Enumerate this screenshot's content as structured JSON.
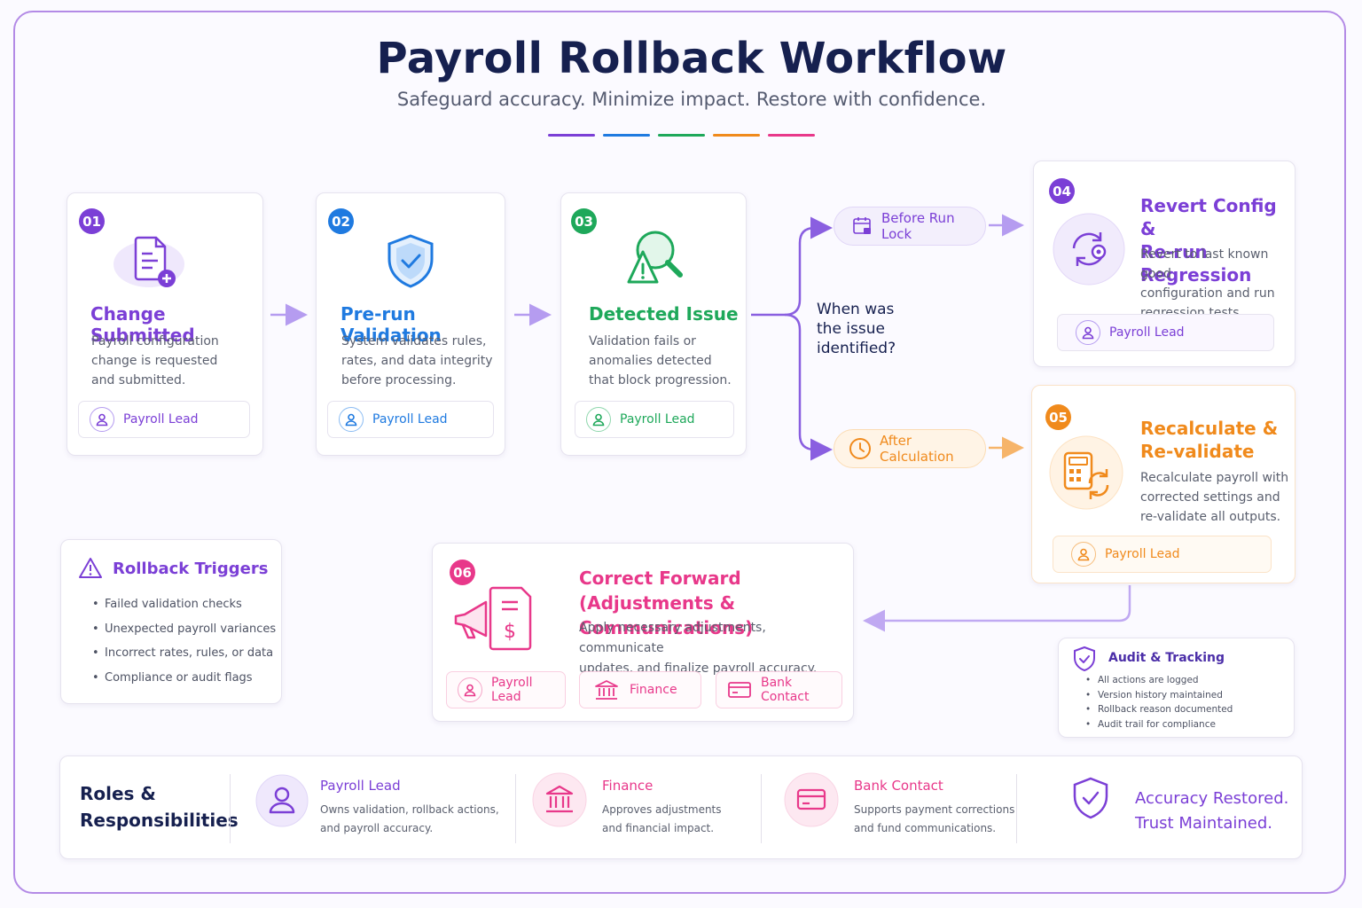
{
  "title": "Payroll Rollback Workflow",
  "subtitle": "Safeguard accuracy. Minimize impact. Restore with confidence.",
  "colors": {
    "purple": "#7b3fd6",
    "blue": "#1f7ae0",
    "green": "#1ea85a",
    "orange": "#f08a1c",
    "pink": "#e8388a",
    "navy": "#16204f"
  },
  "steps": [
    {
      "num": "01",
      "title": "Change Submitted",
      "desc": [
        "Payroll configuration",
        "change is requested",
        "and submitted."
      ],
      "role": "Payroll Lead",
      "icon": "document-plus-icon"
    },
    {
      "num": "02",
      "title": "Pre-run Validation",
      "desc": [
        "System validates rules,",
        "rates, and data integrity",
        "before processing."
      ],
      "role": "Payroll Lead",
      "icon": "shield-check-icon"
    },
    {
      "num": "03",
      "title": "Detected Issue",
      "desc": [
        "Validation fails or",
        "anomalies detected",
        "that block progression."
      ],
      "role": "Payroll Lead",
      "icon": "magnifier-warning-icon"
    },
    {
      "num": "04",
      "title": [
        "Revert Config &",
        "Re-run Regression"
      ],
      "desc": [
        "Revert to last known good",
        "configuration and run",
        "regression tests."
      ],
      "role": "Payroll Lead",
      "icon": "refresh-gear-icon"
    },
    {
      "num": "05",
      "title": [
        "Recalculate &",
        "Re-validate"
      ],
      "desc": [
        "Recalculate payroll with",
        "corrected settings and",
        "re-validate all outputs."
      ],
      "role": "Payroll Lead",
      "icon": "calculator-refresh-icon"
    },
    {
      "num": "06",
      "title": [
        "Correct Forward",
        "(Adjustments & Communications)"
      ],
      "desc": [
        "Apply necessary adjustments, communicate",
        "updates, and finalize payroll accuracy."
      ],
      "roles": [
        "Payroll Lead",
        "Finance",
        "Bank Contact"
      ],
      "icon": "megaphone-invoice-icon"
    }
  ],
  "decision": {
    "question": [
      "When was",
      "the issue",
      "identified?"
    ],
    "before": "Before Run Lock",
    "after": "After Calculation"
  },
  "triggers": {
    "title": "Rollback Triggers",
    "items": [
      "Failed validation checks",
      "Unexpected payroll variances",
      "Incorrect rates, rules, or data",
      "Compliance or audit flags"
    ]
  },
  "audit": {
    "title": "Audit & Tracking",
    "items": [
      "All actions are logged",
      "Version history maintained",
      "Rollback reason documented",
      "Audit trail for compliance"
    ]
  },
  "roles_section": {
    "title": [
      "Roles &",
      "Responsibilities"
    ],
    "roles": [
      {
        "name": "Payroll Lead",
        "desc": [
          "Owns validation, rollback actions,",
          "and payroll accuracy."
        ]
      },
      {
        "name": "Finance",
        "desc": [
          "Approves adjustments",
          "and financial impact."
        ]
      },
      {
        "name": "Bank Contact",
        "desc": [
          "Supports payment corrections",
          "and fund communications."
        ]
      }
    ],
    "closing": [
      "Accuracy Restored.",
      "Trust Maintained."
    ]
  }
}
